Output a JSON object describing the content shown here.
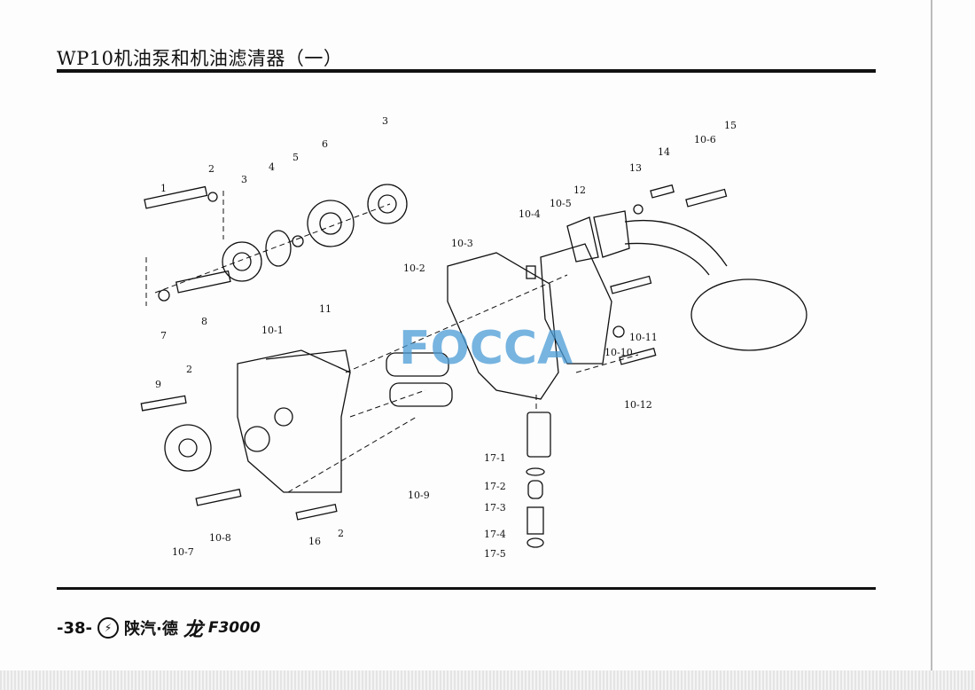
{
  "header": {
    "title": "WP10机油泵和机油滤清器（一）"
  },
  "watermark": "FOCCA",
  "callouts": [
    "1",
    "2",
    "3",
    "4",
    "5",
    "6",
    "3",
    "7",
    "8",
    "9",
    "2",
    "11",
    "10-1",
    "10-2",
    "10-3",
    "10-4",
    "10-5",
    "12",
    "13",
    "14",
    "10-6",
    "15",
    "10-11",
    "10-10",
    "10-12",
    "10-9",
    "10-7",
    "10-8",
    "16",
    "2",
    "17-1",
    "17-2",
    "17-3",
    "17-4",
    "17-5"
  ],
  "footer": {
    "page": "-38-",
    "brand": "陕汽·德",
    "calligraphy": "龙",
    "model": "F3000"
  }
}
